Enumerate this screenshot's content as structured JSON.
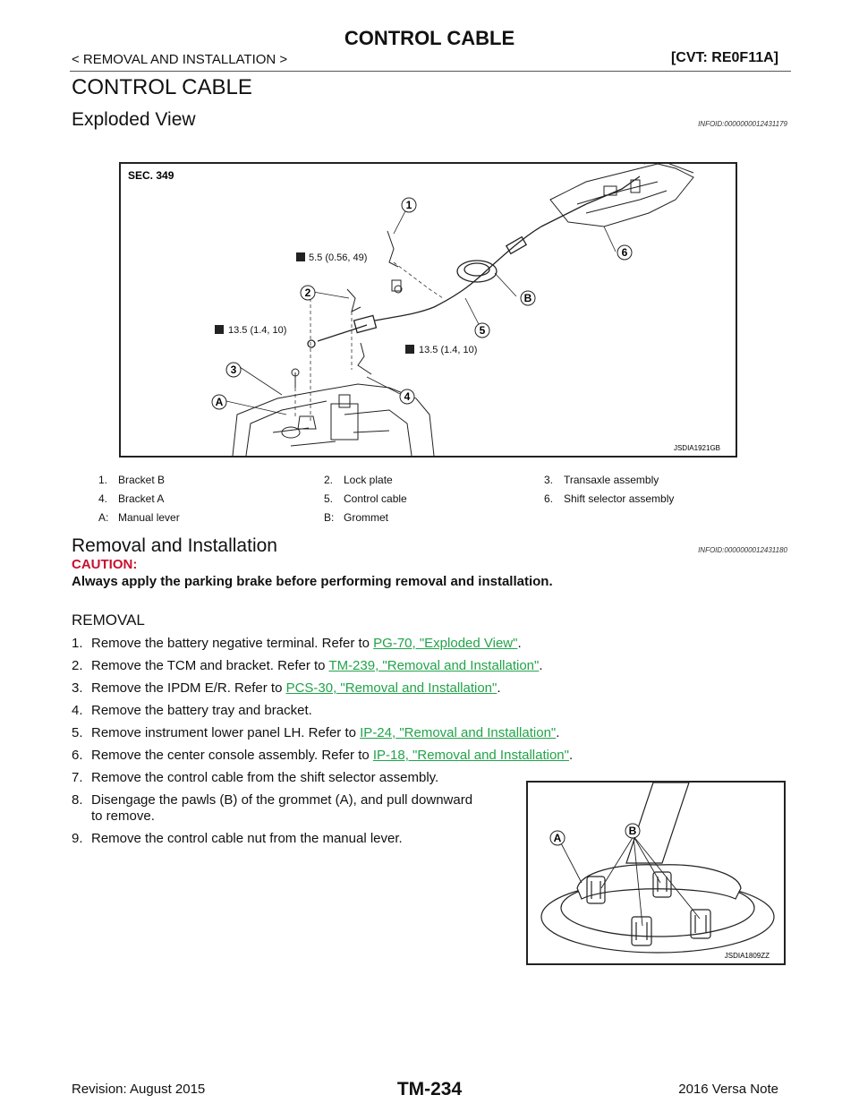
{
  "header": {
    "title": "CONTROL CABLE",
    "breadcrumb": "< REMOVAL AND INSTALLATION >",
    "model": "[CVT: RE0F11A]"
  },
  "section_title": "CONTROL CABLE",
  "exploded": {
    "heading": "Exploded View",
    "infoid": "INFOID:0000000012431179",
    "figure": {
      "sec": "SEC. 349",
      "code": "JSDIA1921GB",
      "torque1": "5.5 (0.56, 49)",
      "torque2": "13.5 (1.4, 10)",
      "torque3": "13.5 (1.4, 10)",
      "callouts": [
        "1",
        "2",
        "3",
        "4",
        "5",
        "6",
        "A",
        "B"
      ]
    },
    "legend": [
      [
        "1.",
        "Bracket B",
        "2.",
        "Lock plate",
        "3.",
        "Transaxle assembly"
      ],
      [
        "4.",
        "Bracket A",
        "5.",
        "Control cable",
        "6.",
        "Shift selector assembly"
      ],
      [
        "A:",
        "Manual lever",
        "B:",
        "Grommet",
        "",
        ""
      ]
    ]
  },
  "removal_installation": {
    "heading": "Removal and Installation",
    "infoid": "INFOID:0000000012431180",
    "caution_label": "CAUTION:",
    "caution_text": "Always apply the parking brake before performing removal and installation.",
    "subheading": "REMOVAL",
    "steps": [
      {
        "num": "1.",
        "text": "Remove the battery negative terminal. Refer to ",
        "link": "PG-70, \"Exploded View\"",
        "after": "."
      },
      {
        "num": "2.",
        "text": "Remove the TCM and bracket. Refer to ",
        "link": "TM-239, \"Removal and Installation\"",
        "after": "."
      },
      {
        "num": "3.",
        "text": "Remove the IPDM E/R. Refer to ",
        "link": "PCS-30, \"Removal and Installation\"",
        "after": "."
      },
      {
        "num": "4.",
        "text": "Remove the battery tray and bracket.",
        "link": "",
        "after": ""
      },
      {
        "num": "5.",
        "text": "Remove instrument lower panel LH. Refer to ",
        "link": "IP-24, \"Removal and Installation\"",
        "after": "."
      },
      {
        "num": "6.",
        "text": "Remove the center console assembly. Refer to ",
        "link": "IP-18, \"Removal and Installation\"",
        "after": "."
      },
      {
        "num": "7.",
        "text": "Remove the control cable from the shift selector assembly.",
        "link": "",
        "after": ""
      },
      {
        "num": "8.",
        "text": "Disengage the pawls (B) of the grommet (A), and pull downward",
        "link": "",
        "after": "",
        "cont": "to remove."
      },
      {
        "num": "9.",
        "text": "Remove the control cable nut from the manual lever.",
        "link": "",
        "after": ""
      }
    ],
    "figure2": {
      "code": "JSDIA1809ZZ",
      "labelA": "A",
      "labelB": "B"
    }
  },
  "footer": {
    "revision": "Revision: August 2015",
    "page": "TM-234",
    "vehicle": "2016 Versa Note"
  }
}
